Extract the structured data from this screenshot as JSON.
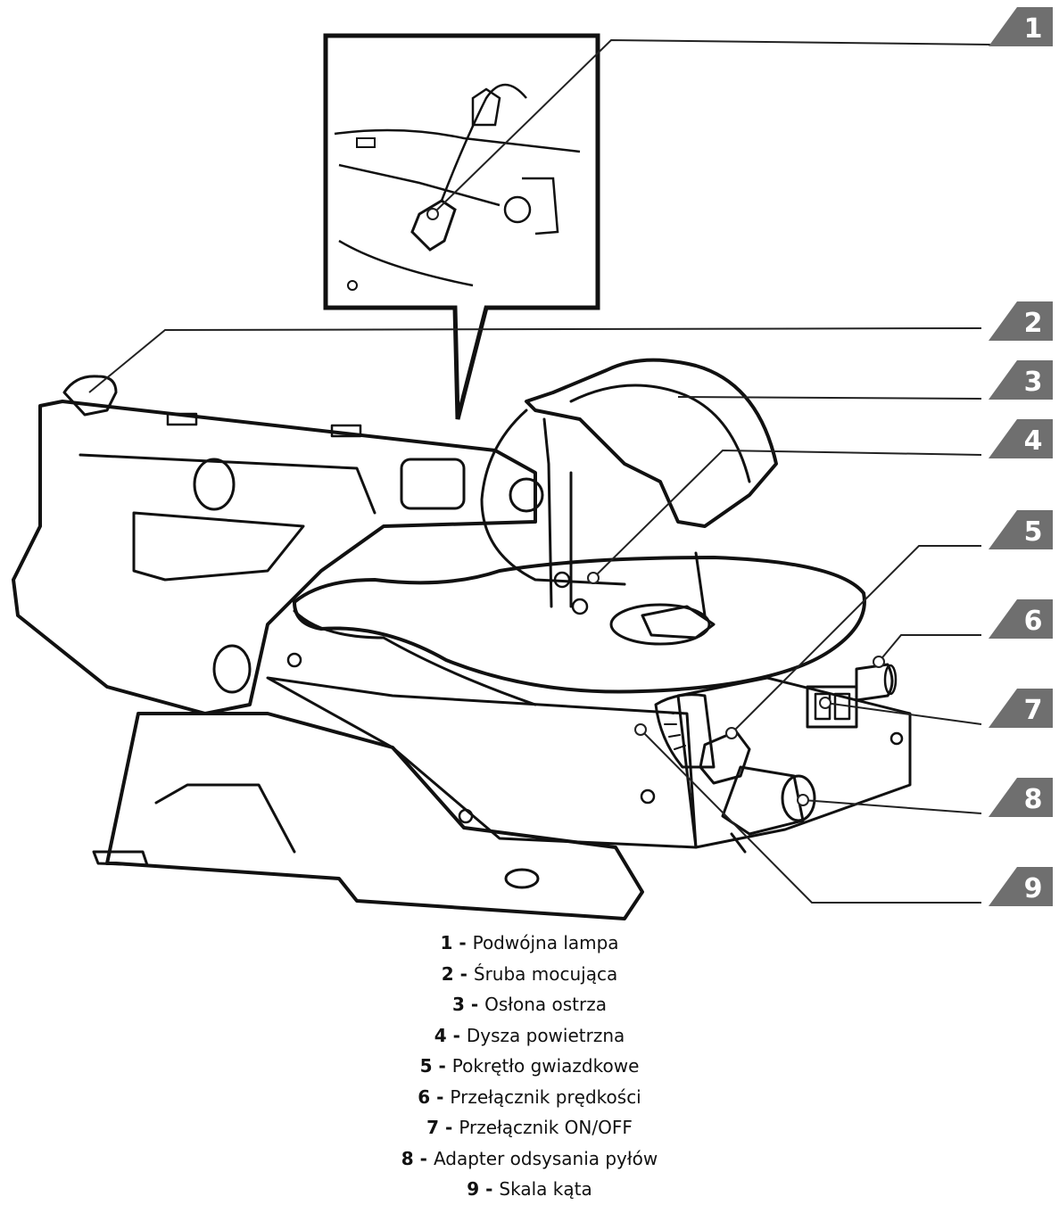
{
  "callouts": [
    {
      "num": "1",
      "label": "Podwójna lampa"
    },
    {
      "num": "2",
      "label": "Śruba mocująca"
    },
    {
      "num": "3",
      "label": "Osłona ostrza"
    },
    {
      "num": "4",
      "label": "Dysza powietrzna"
    },
    {
      "num": "5",
      "label": "Pokrętło gwiazdkowe"
    },
    {
      "num": "6",
      "label": "Przełącznik prędkości"
    },
    {
      "num": "7",
      "label": "Przełącznik ON/OFF"
    },
    {
      "num": "8",
      "label": "Adapter odsysania pyłów"
    },
    {
      "num": "9",
      "label": "Skala kąta"
    }
  ],
  "legend_separator": " - ",
  "colors": {
    "tag": "#6f6f6f",
    "line": "#111111",
    "leader": "#222222"
  }
}
